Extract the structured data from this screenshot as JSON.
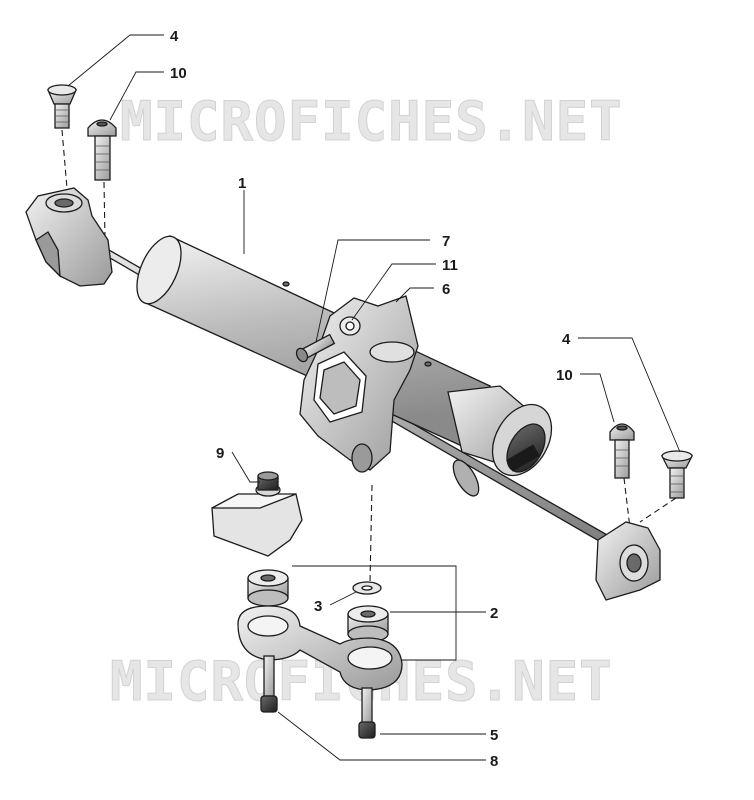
{
  "watermark": {
    "text": "MICROFICHES.NET"
  },
  "callouts": {
    "p1": "1",
    "p2": "2",
    "p3": "3",
    "p4_top": "4",
    "p4_right": "4",
    "p5": "5",
    "p6": "6",
    "p7": "7",
    "p8": "8",
    "p9": "9",
    "p10_top": "10",
    "p10_right": "10",
    "p11": "11"
  }
}
